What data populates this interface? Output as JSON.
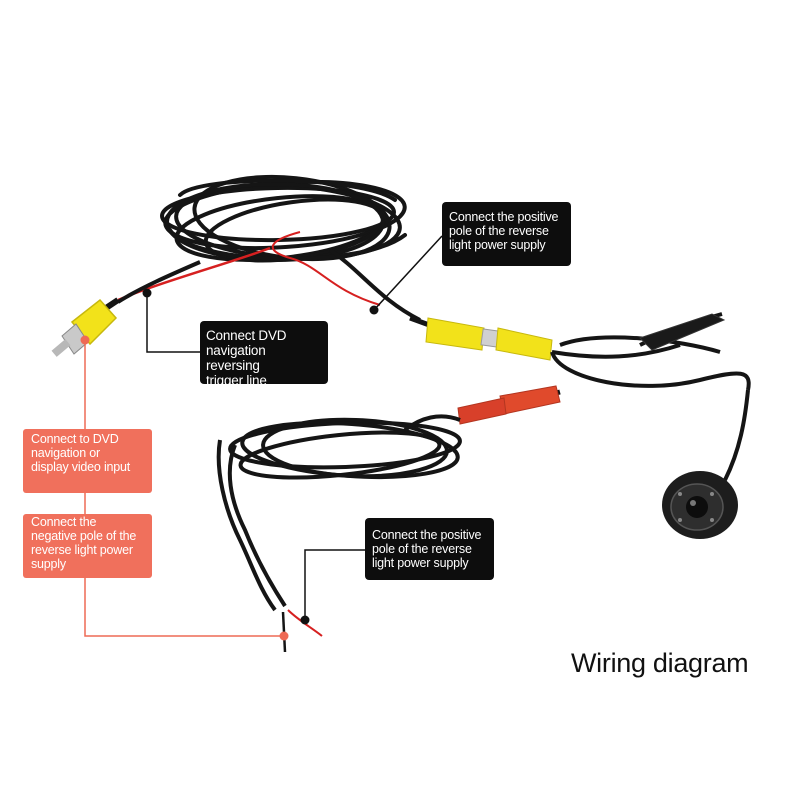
{
  "title": "Wiring diagram",
  "callouts": {
    "top_right": "Connect the positive\npole of the reverse\nlight power supply",
    "trigger": "Connect DVD\nnavigation reversing\ntrigger line",
    "video_input": "Connect to DVD\nnavigation or\ndisplay video input",
    "negative_pole": "Connect the\nnegative pole of the\nreverse light power\nsupply",
    "bottom_positive": "Connect the positive\npole of the reverse\nlight power supply"
  },
  "colors": {
    "callout_dark": "#0d0d0d",
    "callout_red": "#f0705c",
    "leader_red": "#ee6a55",
    "cable": "#121212",
    "wire_red": "#d62020",
    "rca_yellow": "#f2e21a",
    "rca_red": "#e04a2c"
  },
  "icons": [
    "rca-plug-icon",
    "camera-icon"
  ]
}
